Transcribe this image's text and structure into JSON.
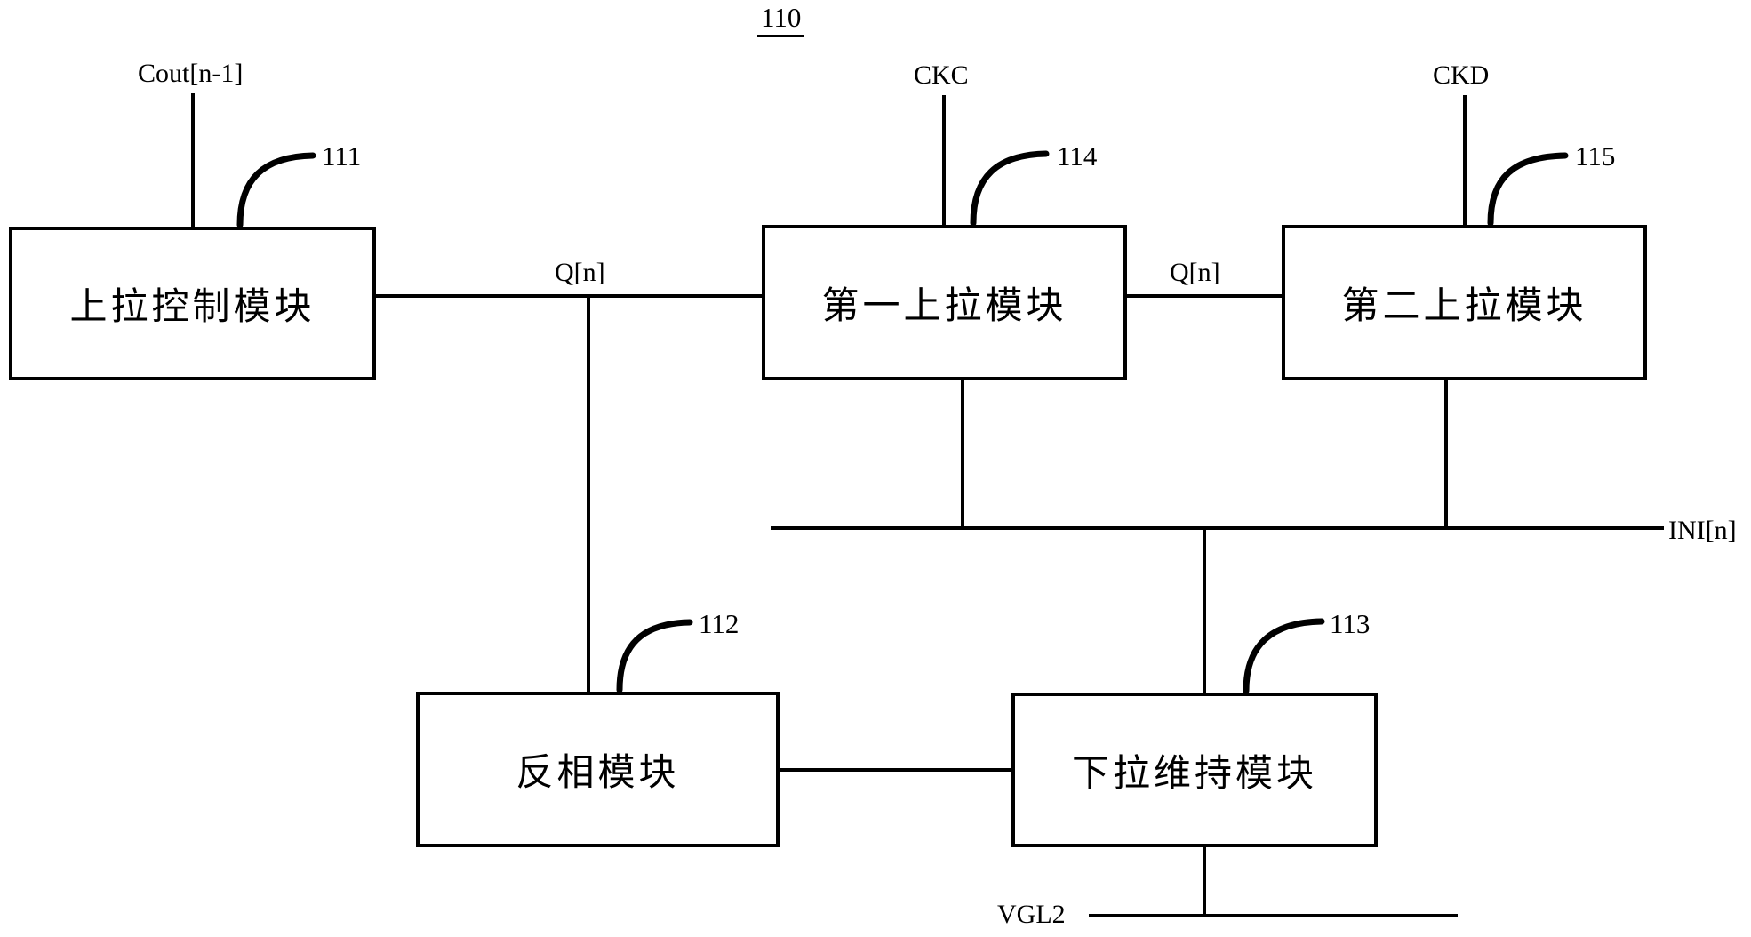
{
  "figure": {
    "title": "110",
    "ink_color": "#000000",
    "background_color": "#ffffff"
  },
  "modules": [
    {
      "id": "pull-up-control",
      "label": "上拉控制模块",
      "ref": "111"
    },
    {
      "id": "inverter",
      "label": "反相模块",
      "ref": "112"
    },
    {
      "id": "pull-down-maintain",
      "label": "下拉维持模块",
      "ref": "113"
    },
    {
      "id": "first-pull-up",
      "label": "第一上拉模块",
      "ref": "114"
    },
    {
      "id": "second-pull-up",
      "label": "第二上拉模块",
      "ref": "115"
    }
  ],
  "signals": {
    "cout": "Cout[n-1]",
    "q_left": "Q[n]",
    "q_right": "Q[n]",
    "ckc": "CKC",
    "ckd": "CKD",
    "ini": "INI[n]",
    "vgl2": "VGL2"
  }
}
